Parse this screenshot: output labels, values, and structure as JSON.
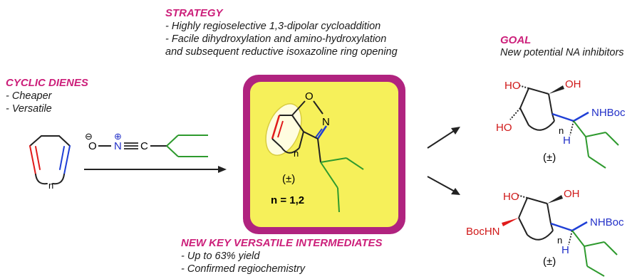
{
  "colors": {
    "heading": "#cc1f7a",
    "box_border": "#b0237f",
    "box_fill": "#f6f05a",
    "red_bond": "#e01b1b",
    "blue_bond": "#1f3fd6",
    "green_chain": "#2e9a2e"
  },
  "strategy": {
    "title": "STRATEGY",
    "lines": [
      "- Highly regioselective 1,3-dipolar cycloaddition",
      "- Facile dihydroxylation and amino-hydroxylation",
      "and subsequent reductive isoxazoline ring opening"
    ]
  },
  "dienes": {
    "title": "CYCLIC DIENES",
    "lines": [
      "- Cheaper",
      "- Versatile"
    ]
  },
  "goal": {
    "title": "GOAL",
    "subtitle": "New potential NA inhibitors"
  },
  "intermediates": {
    "title": "NEW KEY VERSATILE  INTERMEDIATES",
    "lines": [
      "- Up to 63% yield",
      "- Confirmed regiochemistry"
    ]
  },
  "labels": {
    "n_value": "n = 1,2",
    "racemic": "(±)",
    "n": "n",
    "O": "O",
    "N": "N",
    "C": "C",
    "HO": "HO",
    "OH": "OH",
    "H": "H",
    "NHBoc": "NHBoc",
    "BocHN": "BocHN",
    "plus": "⊕",
    "minus": "⊖"
  }
}
